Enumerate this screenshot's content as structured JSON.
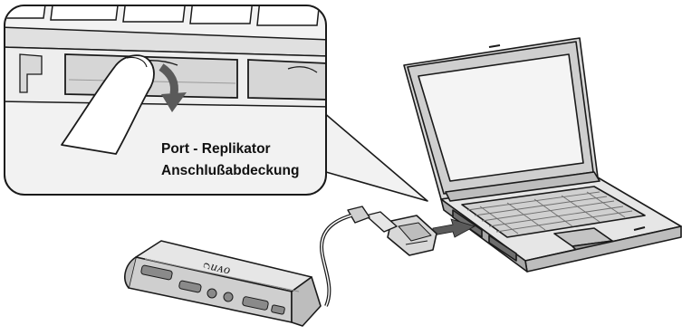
{
  "callout": {
    "line1": "Port - Replikator",
    "line2": "Anschlußabdeckung"
  },
  "brand_logo_text": "VAIO",
  "colors": {
    "outline": "#1a1a1a",
    "callout_fill": "#f2f2f2",
    "laptop_light": "#e6e6e6",
    "laptop_mid": "#bdbdbd",
    "laptop_dark": "#6e6e6e",
    "arrow": "#5a5a5a"
  }
}
